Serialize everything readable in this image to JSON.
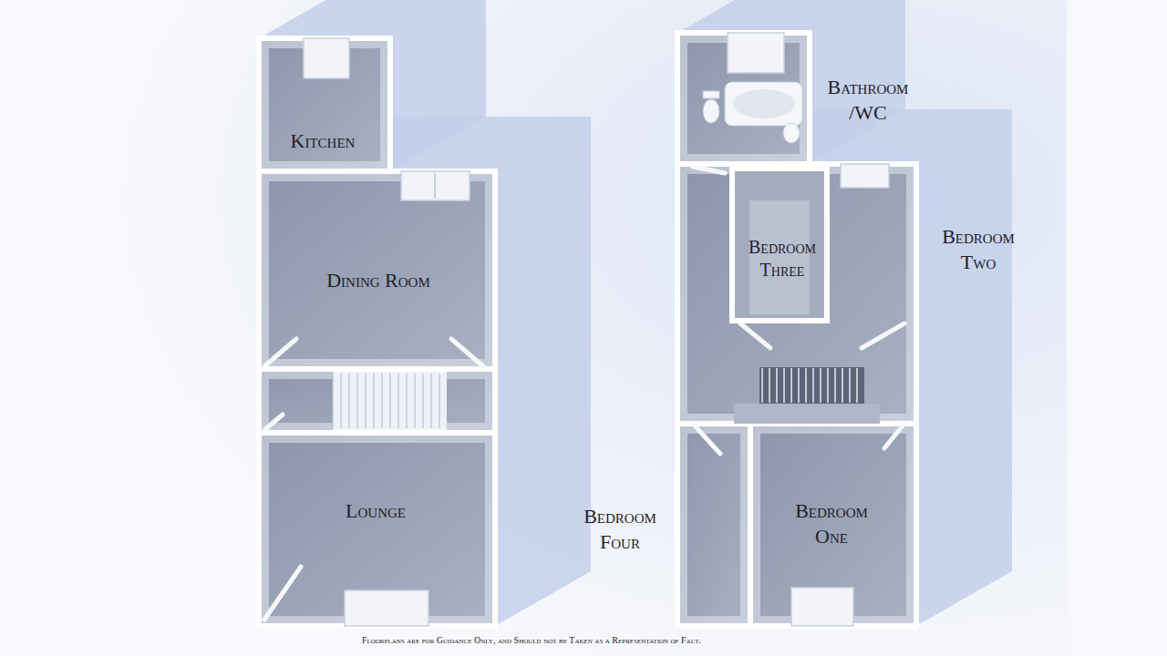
{
  "diagram": {
    "caption": "Floorplans are for Guidance Only, and Should not be Taken as a Representation of Fact.",
    "labels": [
      "Kitchen",
      "Bathroom /WC",
      "Bedroom Two",
      "Bedroom Three",
      "Dining Room",
      "Lounge",
      "Bedroom Four",
      "Bedroom One"
    ]
  }
}
